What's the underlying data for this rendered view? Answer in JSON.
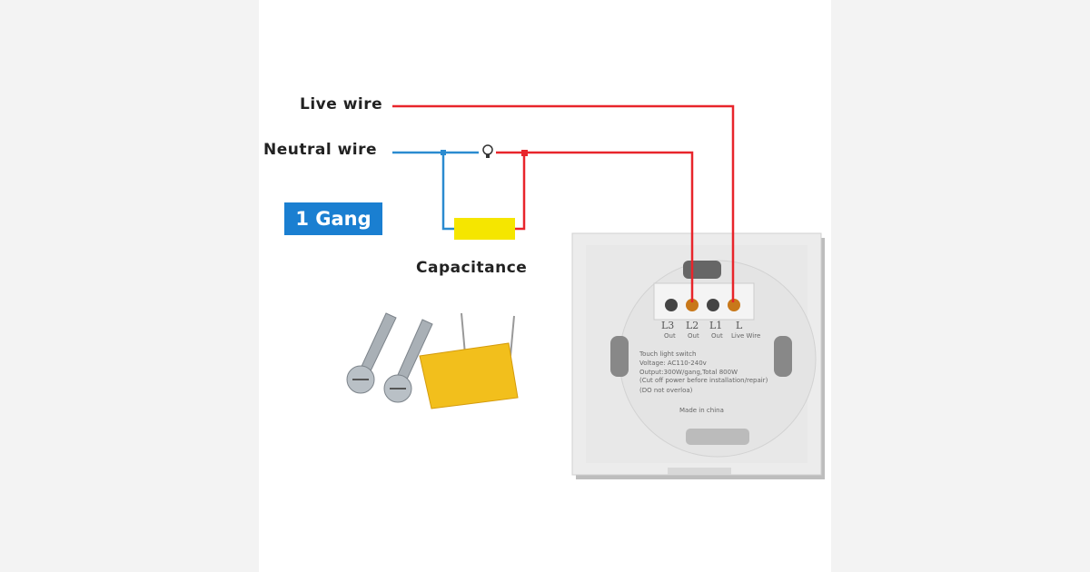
{
  "labels": {
    "live_wire": "Live wire",
    "neutral_wire": "Neutral wire",
    "gang": "1 Gang",
    "capacitance": "Capacitance"
  },
  "terminals": [
    {
      "name": "L3",
      "sub": "Out"
    },
    {
      "name": "L2",
      "sub": "Out"
    },
    {
      "name": "L1",
      "sub": "Out"
    },
    {
      "name": "L",
      "sub": "Live Wire"
    }
  ],
  "switch_label": {
    "line1": "Touch light switch",
    "line2": "Voltage: AC110-240v",
    "line3": "Output:300W/gang,Total 800W",
    "line4": "(Cut off power before installation/repair)",
    "line5": "(DO not overloa)",
    "made_in": "Made  in  china"
  },
  "colors": {
    "live": "#e8252b",
    "neutral": "#2a8bd0",
    "capacitor": "#f5e600",
    "badge": "#1a7fd1"
  }
}
